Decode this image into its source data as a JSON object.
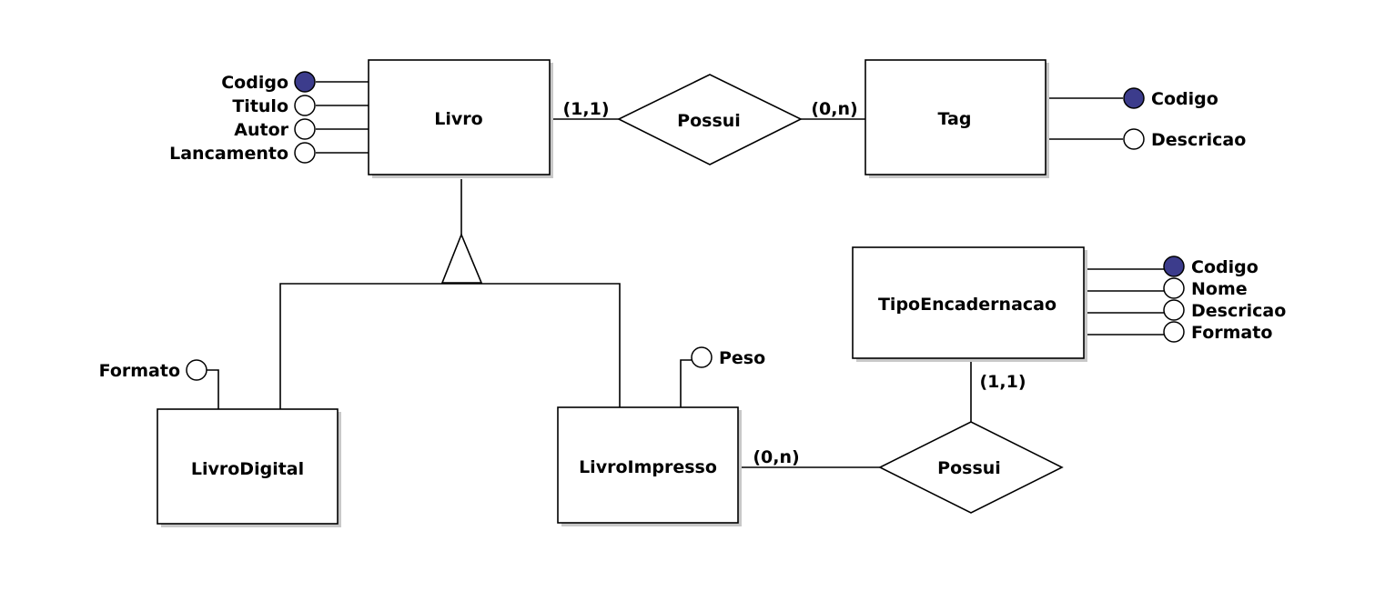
{
  "colors": {
    "background": "#ffffff",
    "line": "#000000",
    "key_attribute_fill": "#3c3c8c",
    "plain_attribute_fill": "#ffffff"
  },
  "entities": {
    "livro": {
      "name": "Livro"
    },
    "tag": {
      "name": "Tag"
    },
    "tipo_encadernacao": {
      "name": "TipoEncadernacao"
    },
    "livro_digital": {
      "name": "LivroDigital"
    },
    "livro_impresso": {
      "name": "LivroImpresso"
    }
  },
  "relationships": {
    "livro_tag": {
      "name": "Possui",
      "card_livro": "(1,1)",
      "card_tag": "(0,n)"
    },
    "impresso_tipo": {
      "name": "Possui",
      "card_impresso": "(0,n)",
      "card_tipo": "(1,1)"
    }
  },
  "attributes": {
    "livro": [
      {
        "name": "Codigo",
        "key": true
      },
      {
        "name": "Titulo",
        "key": false
      },
      {
        "name": "Autor",
        "key": false
      },
      {
        "name": "Lancamento",
        "key": false
      }
    ],
    "tag": [
      {
        "name": "Codigo",
        "key": true
      },
      {
        "name": "Descricao",
        "key": false
      }
    ],
    "tipo_encadernacao": [
      {
        "name": "Codigo",
        "key": true
      },
      {
        "name": "Nome",
        "key": false
      },
      {
        "name": "Descricao",
        "key": false
      },
      {
        "name": "Formato",
        "key": false
      }
    ],
    "livro_digital": [
      {
        "name": "Formato",
        "key": false
      }
    ],
    "livro_impresso": [
      {
        "name": "Peso",
        "key": false
      }
    ]
  },
  "generalization": {
    "parent": "Livro",
    "children": [
      "LivroDigital",
      "LivroImpresso"
    ]
  }
}
